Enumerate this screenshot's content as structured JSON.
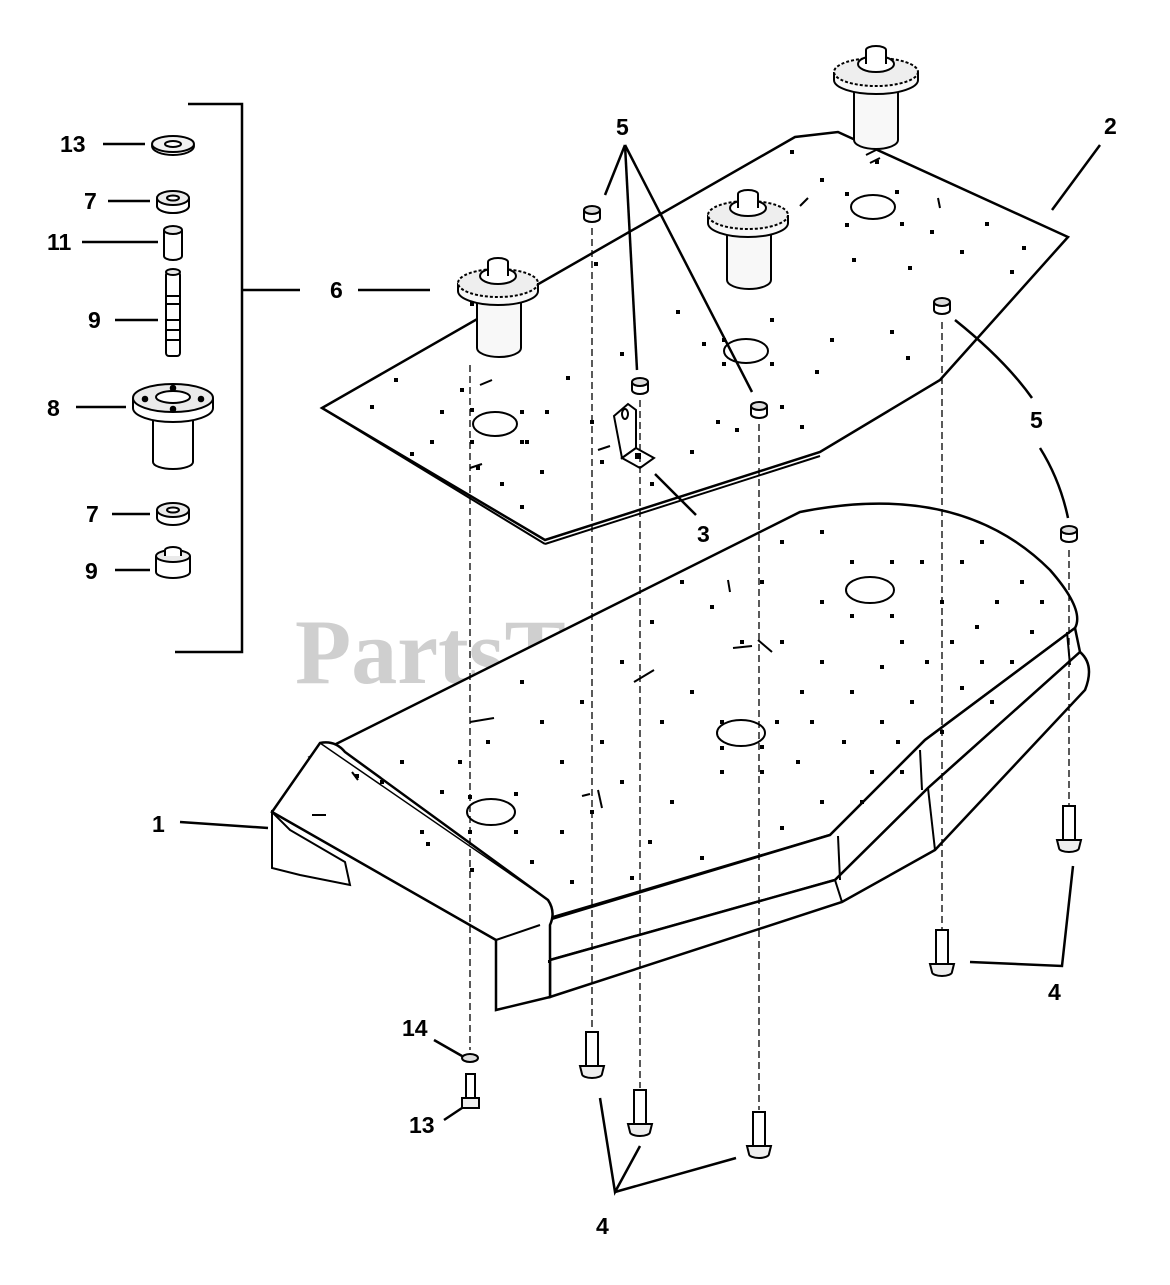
{
  "watermark": {
    "text": "PartsTree",
    "tm": "™"
  },
  "callouts": {
    "c1": "1",
    "c2": "2",
    "c3": "3",
    "c4a": "4",
    "c4b": "4",
    "c5a": "5",
    "c5b": "5",
    "c6": "6",
    "c7a": "7",
    "c7b": "7",
    "c8": "8",
    "c9a": "9",
    "c9b": "9",
    "c11": "11",
    "c13a": "13",
    "c13b": "13",
    "c14": "14"
  }
}
